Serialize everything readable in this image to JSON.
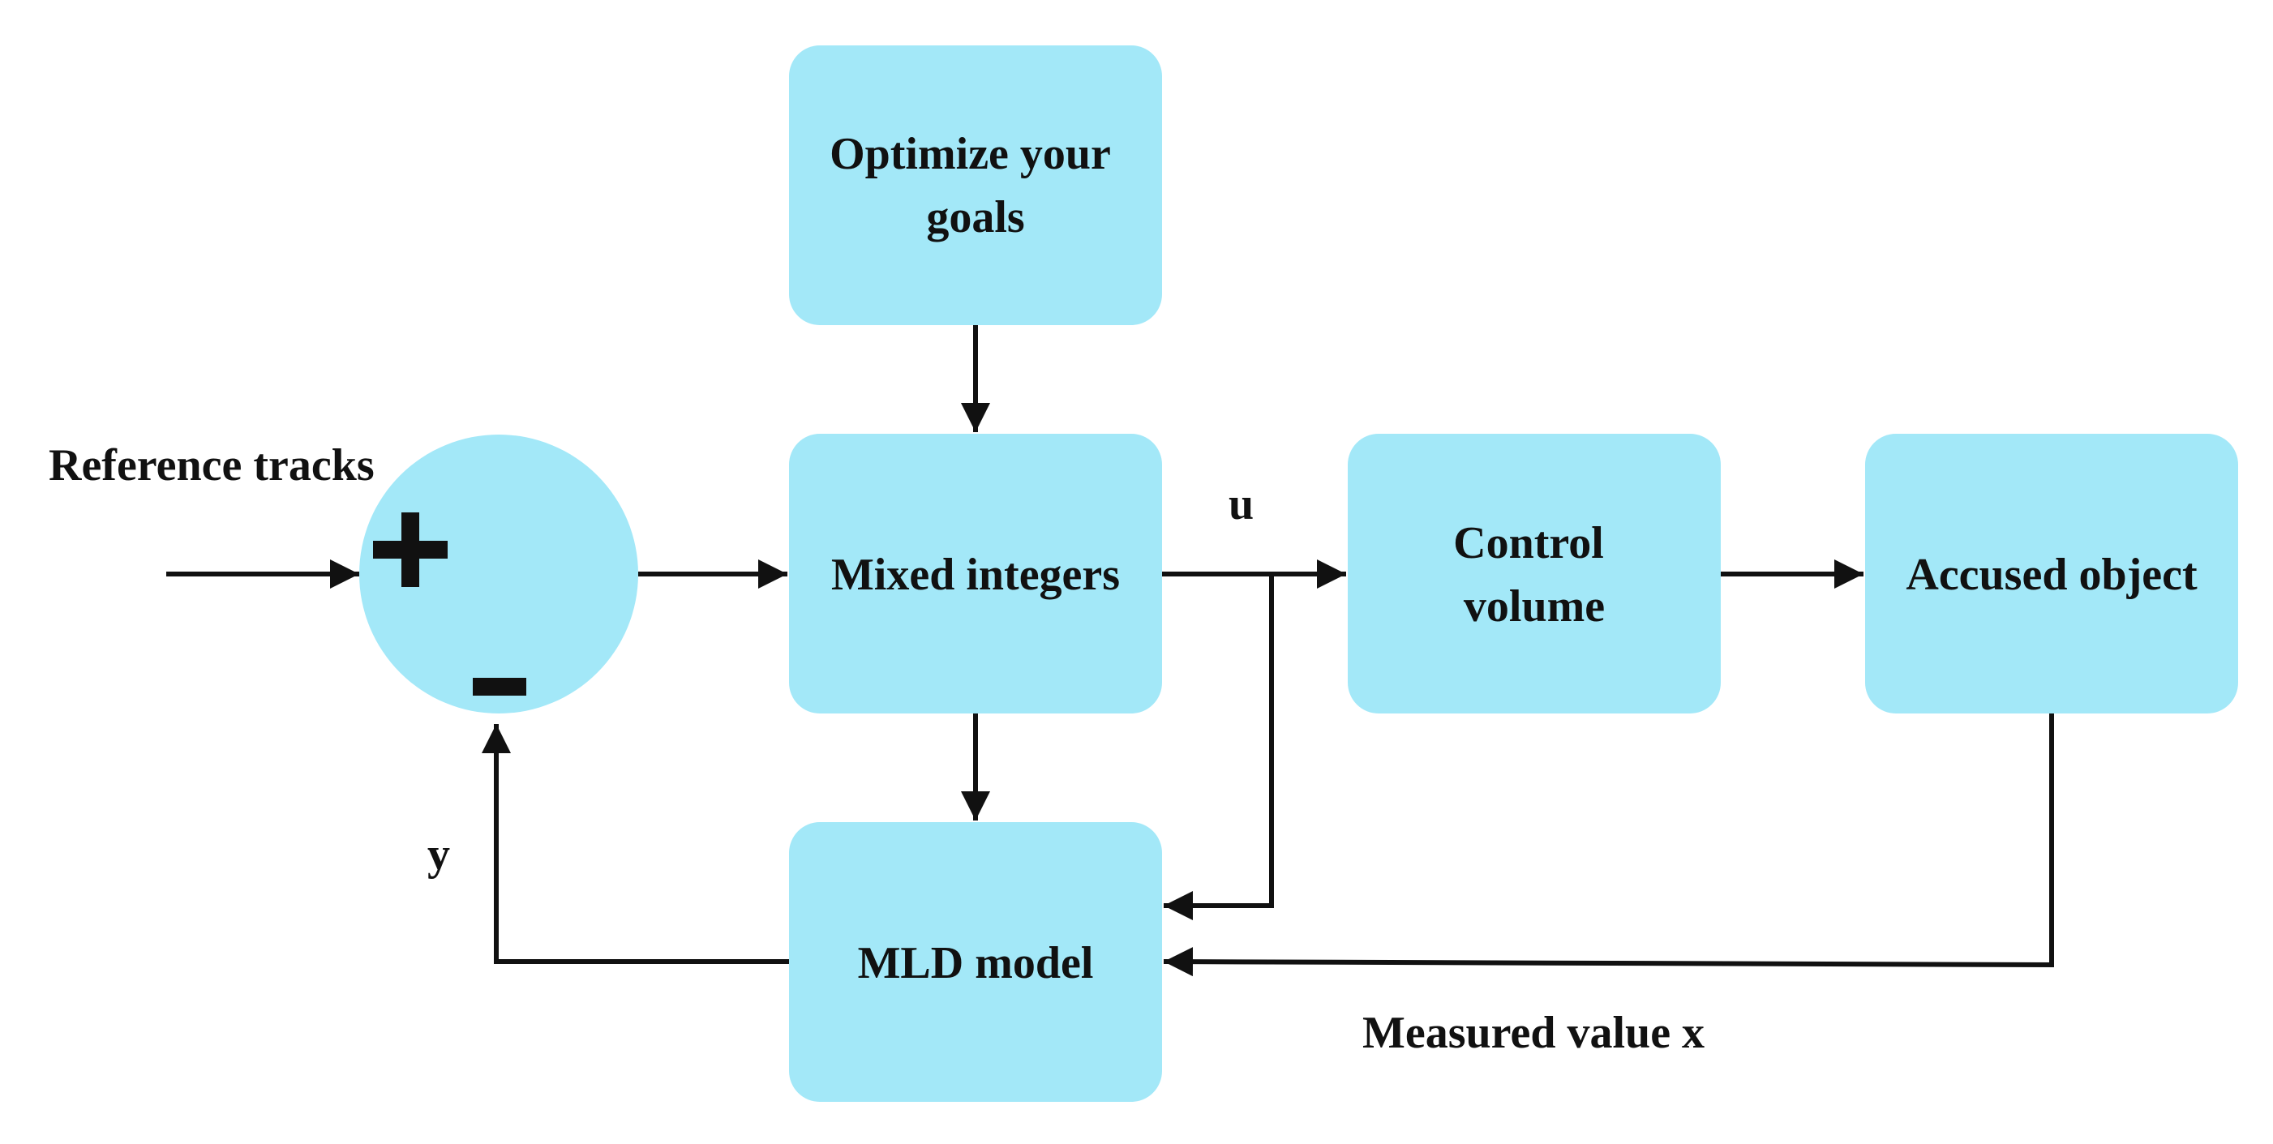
{
  "colors": {
    "block_fill": "#a3e8f8",
    "line": "#111111",
    "text": "#111111",
    "background": "#ffffff"
  },
  "blocks": {
    "optimize": {
      "line1": "Optimize your",
      "line2": "goals"
    },
    "mixed": {
      "label": "Mixed integers"
    },
    "control": {
      "line1": "Control",
      "line2": "volume"
    },
    "accused": {
      "label": "Accused object"
    },
    "mld": {
      "label": "MLD model"
    }
  },
  "summing_junction": {
    "plus_sign": "+",
    "minus_sign": "−"
  },
  "labels": {
    "reference": "Reference tracks",
    "u": "u",
    "y": "y",
    "measured": "Measured value x"
  }
}
